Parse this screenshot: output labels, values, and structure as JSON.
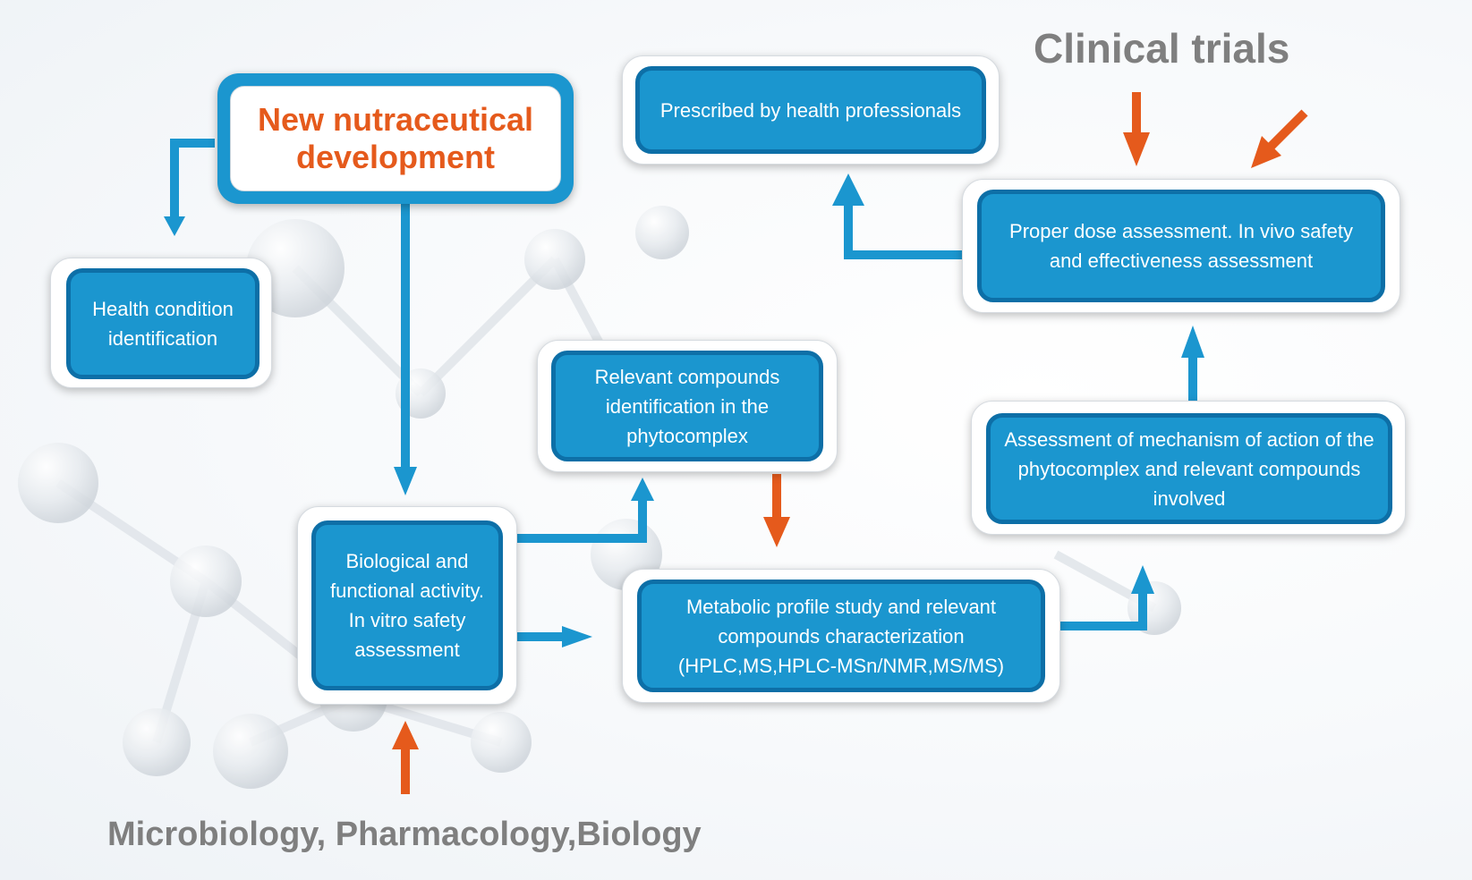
{
  "title": "New nutraceutical development",
  "header_label": "Clinical trials",
  "footer_label": "Microbiology, Pharmacology,Biology",
  "nodes": {
    "health": "Health condition identification",
    "bio": "Biological and functional activity.\nIn vitro safety assessment",
    "relevant": "Relevant compounds identification in the phytocomplex",
    "metabolic": "Metabolic profile study and relevant compounds characterization (HPLC,MS,HPLC-MSn/NMR,MS/MS)",
    "mechanism": "Assessment of mechanism of action of the phytocomplex and relevant compounds involved",
    "dose": "Proper dose assessment. In vivo safety and effectiveness assessment",
    "prescribed": "Prescribed by health professionals"
  },
  "colors": {
    "box_fill": "#1b96cf",
    "box_border": "#0d6fa7",
    "flow_arrow": "#1b96cf",
    "input_arrow": "#e55a1c",
    "title_text": "#e55a1c",
    "label_text": "#7f7f7f"
  }
}
